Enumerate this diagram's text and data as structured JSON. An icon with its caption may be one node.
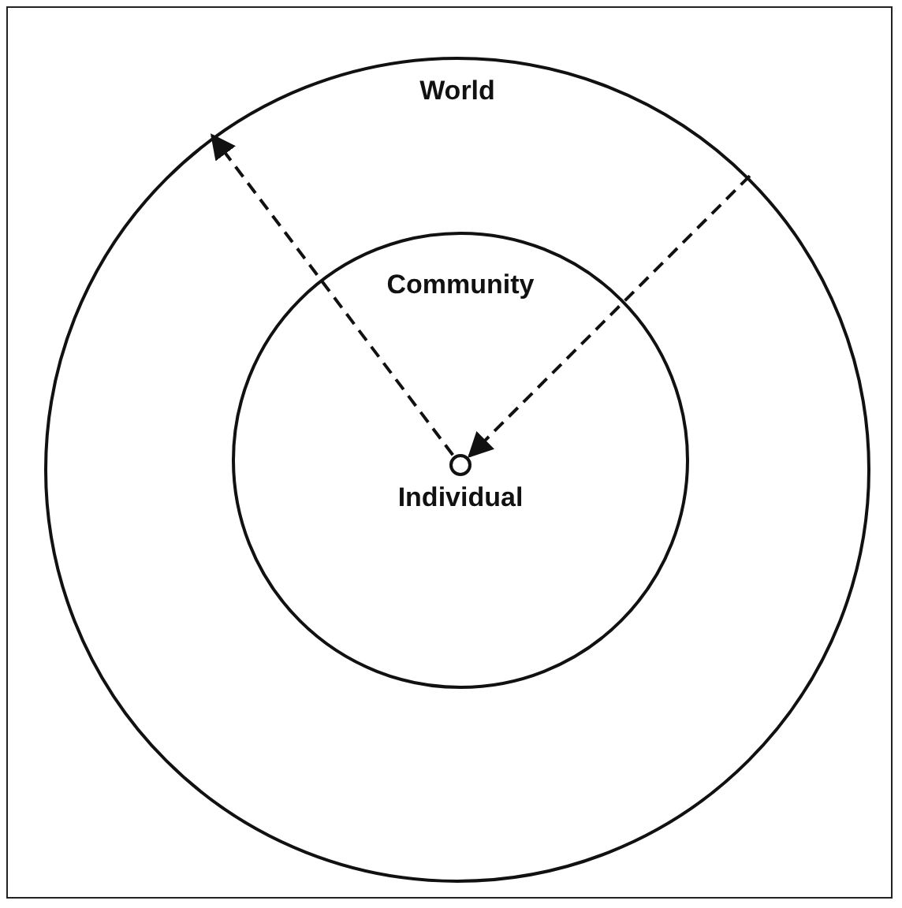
{
  "diagram": {
    "nodes": [
      {
        "text": [
          "World"
        ]
      },
      {
        "text": [
          "Community"
        ],
        "in": 0
      },
      {
        "text": [
          "Individual"
        ],
        "in": 1
      }
    ],
    "edges": [
      {
        "from": 2,
        "to": 0,
        "arrow": "to",
        "style": "dashed"
      },
      {
        "from": 0,
        "to": 2,
        "arrow": "to",
        "style": "dashed"
      }
    ]
  }
}
